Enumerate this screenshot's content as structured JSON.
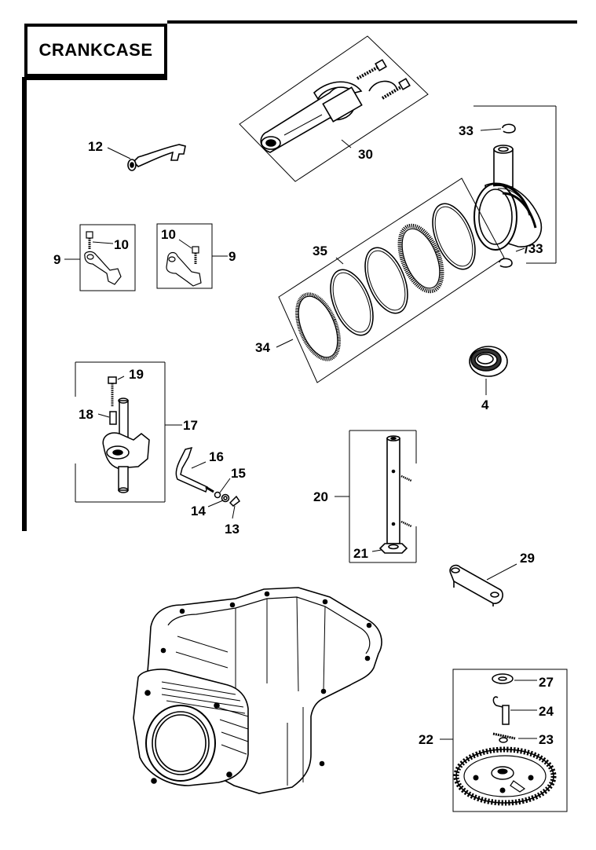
{
  "title": "CRANKCASE",
  "callouts": {
    "c4": "4",
    "c9a": "9",
    "c9b": "9",
    "c10a": "10",
    "c10b": "10",
    "c12": "12",
    "c13": "13",
    "c14": "14",
    "c15": "15",
    "c16": "16",
    "c17": "17",
    "c18": "18",
    "c19": "19",
    "c20": "20",
    "c21": "21",
    "c22": "22",
    "c23": "23",
    "c24": "24",
    "c27": "27",
    "c29": "29",
    "c30": "30",
    "c33a": "33",
    "c33b": "/33",
    "c34": "34",
    "c35": "35"
  },
  "parts": [
    {
      "id": "connecting-rod",
      "callout": "30"
    },
    {
      "id": "piston-pin",
      "callout": "33"
    },
    {
      "id": "piston-ring-set",
      "callout": "34"
    },
    {
      "id": "piston",
      "callout": "35"
    },
    {
      "id": "oil-seal",
      "callout": "4"
    },
    {
      "id": "governor-arm",
      "callout": "9"
    },
    {
      "id": "screw",
      "callout": "10"
    },
    {
      "id": "breather-tube",
      "callout": "12"
    },
    {
      "id": "oil-pump",
      "callout": "17"
    },
    {
      "id": "camshaft",
      "callout": "20"
    },
    {
      "id": "governor-gear",
      "callout": "22"
    },
    {
      "id": "balance-weight",
      "callout": "29"
    }
  ]
}
